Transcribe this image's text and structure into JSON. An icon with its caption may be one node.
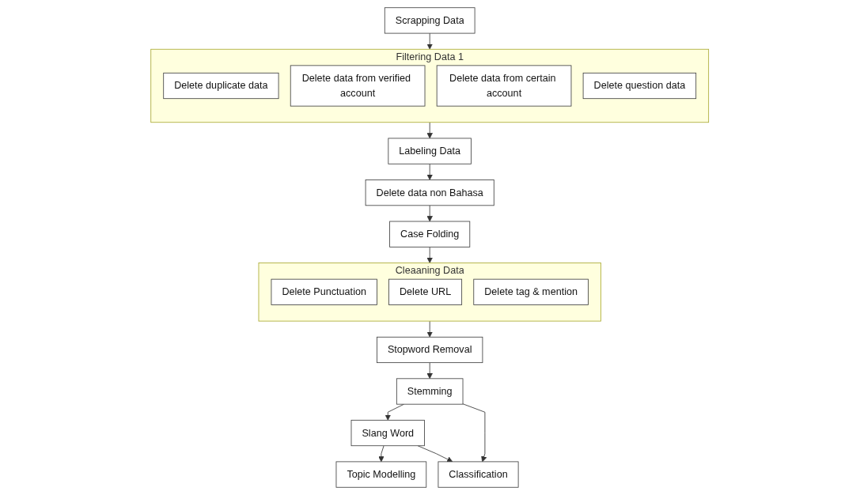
{
  "diagram": {
    "nodes": [
      {
        "text": [
          "Scrapping Data"
        ]
      },
      {
        "text": [
          "Filtering Data 1"
        ]
      },
      {
        "text": [
          "Delete duplicate data"
        ],
        "in": 1
      },
      {
        "text": [
          "Delete data from verified account"
        ],
        "in": 1
      },
      {
        "text": [
          "Delete data from certain account"
        ],
        "in": 1
      },
      {
        "text": [
          "Delete question data"
        ],
        "in": 1
      },
      {
        "text": [
          "Labeling Data"
        ]
      },
      {
        "text": [
          "Delete data non Bahasa"
        ]
      },
      {
        "text": [
          "Cleaaning Data"
        ]
      },
      {
        "text": [
          "Delete Punctuation"
        ],
        "in": 8
      },
      {
        "text": [
          "Delete URL"
        ],
        "in": 8
      },
      {
        "text": [
          "Delete tag & mention"
        ],
        "in": 8
      },
      {
        "text": [
          "Case Folding"
        ]
      },
      {
        "text": [
          "Stopword Removal"
        ]
      },
      {
        "text": [
          "Stemming"
        ]
      },
      {
        "text": [
          "Slang Word"
        ]
      },
      {
        "text": [
          "Topic Modelling"
        ]
      },
      {
        "text": [
          "Classification"
        ]
      }
    ],
    "edges": [
      {
        "from": 0,
        "to": 1,
        "arrow": "to"
      },
      {
        "from": 1,
        "to": 6,
        "arrow": "to"
      },
      {
        "from": 6,
        "to": 7,
        "arrow": "to"
      },
      {
        "from": 7,
        "to": 12,
        "arrow": "to"
      },
      {
        "from": 12,
        "to": 8,
        "arrow": "to"
      },
      {
        "from": 8,
        "to": 13,
        "arrow": "to"
      },
      {
        "from": 13,
        "to": 14,
        "arrow": "to"
      },
      {
        "from": 14,
        "to": 15,
        "arrow": "to"
      },
      {
        "from": 15,
        "to": 16,
        "arrow": "to"
      },
      {
        "from": 15,
        "to": 17,
        "arrow": "to"
      },
      {
        "from": 14,
        "to": 17,
        "arrow": "to"
      }
    ]
  }
}
